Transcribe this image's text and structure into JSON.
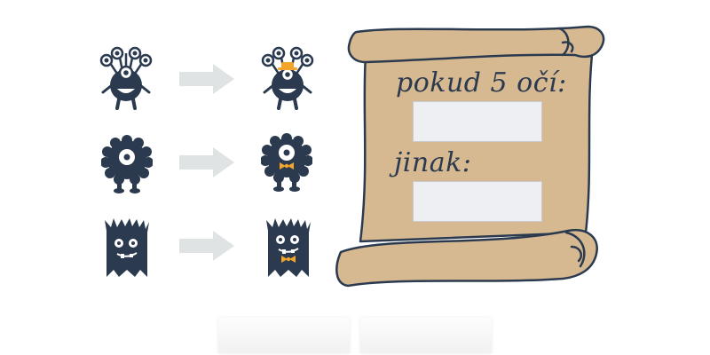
{
  "rules": {
    "if_label": "pokud 5 očí:",
    "else_label": "jinak:"
  },
  "slots": {
    "if_slot": "",
    "else_slot": ""
  },
  "examples": [
    {
      "before": "monster-five-eyes",
      "after": "monster-five-eyes-with-hat"
    },
    {
      "before": "monster-fluffy-one-eye",
      "after": "monster-fluffy-one-eye-with-bowtie"
    },
    {
      "before": "monster-spiky",
      "after": "monster-spiky-with-bowtie"
    }
  ],
  "buttons": {
    "left_label": "",
    "right_label": ""
  },
  "colors": {
    "monster": "#2b3a4f",
    "accessory": "#f3a42b",
    "arrow": "#dfe3e4",
    "scroll": "#d7b991",
    "slot": "#eeeff3"
  }
}
